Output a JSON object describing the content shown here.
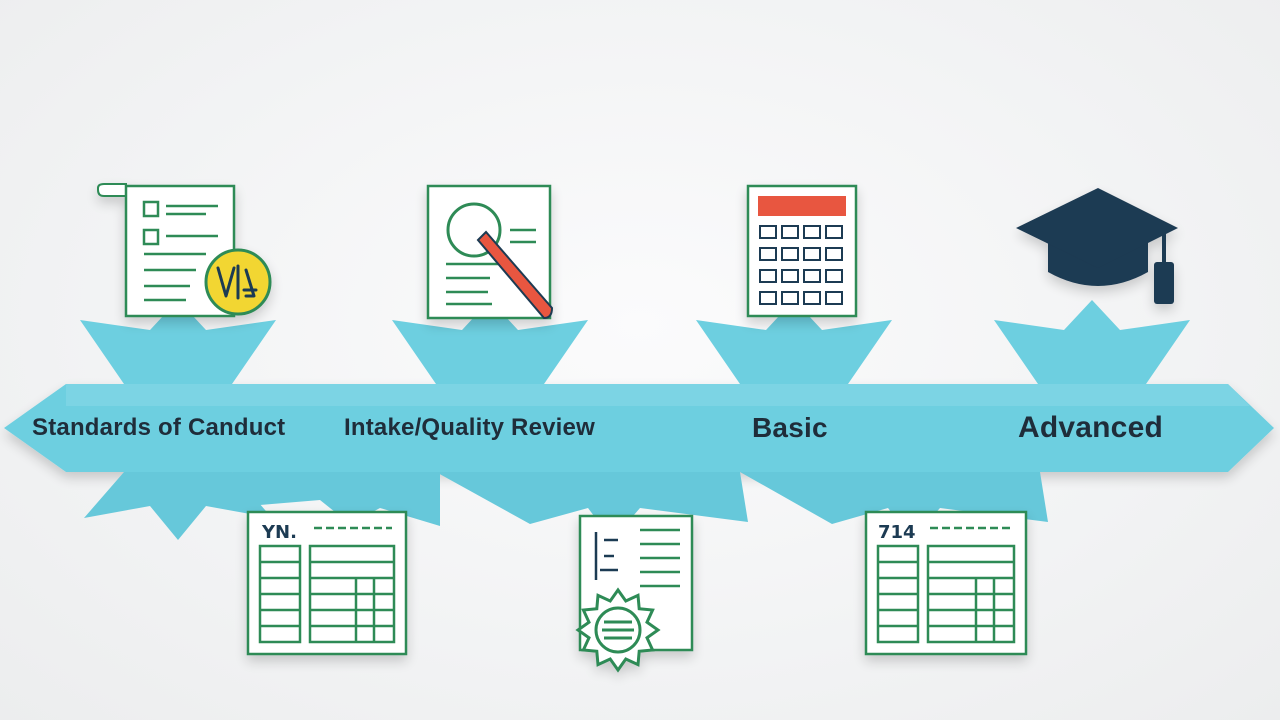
{
  "stages": [
    {
      "label": "Standards of Canduct",
      "top_icon": "ethics-document-scales-icon"
    },
    {
      "label": "Intake/Quality Review",
      "top_icon": "review-document-magnifier-icon"
    },
    {
      "label": "Basic",
      "top_icon": "calculator-icon"
    },
    {
      "label": "Advanced",
      "top_icon": "graduation-cap-icon"
    }
  ],
  "bottom_icons": [
    {
      "icon": "tax-form-icon",
      "text": "YN."
    },
    {
      "icon": "certificate-document-seal-icon"
    },
    {
      "icon": "tax-form-icon",
      "text": "714"
    }
  ],
  "colors": {
    "arrow": "#6dcfe0",
    "arrow_shade": "#5fc3d6",
    "line_green": "#2e8b57",
    "accent_red": "#e8573f",
    "accent_yellow": "#f2d633",
    "cap_navy": "#1f3a52",
    "text": "#1f2d3a"
  }
}
